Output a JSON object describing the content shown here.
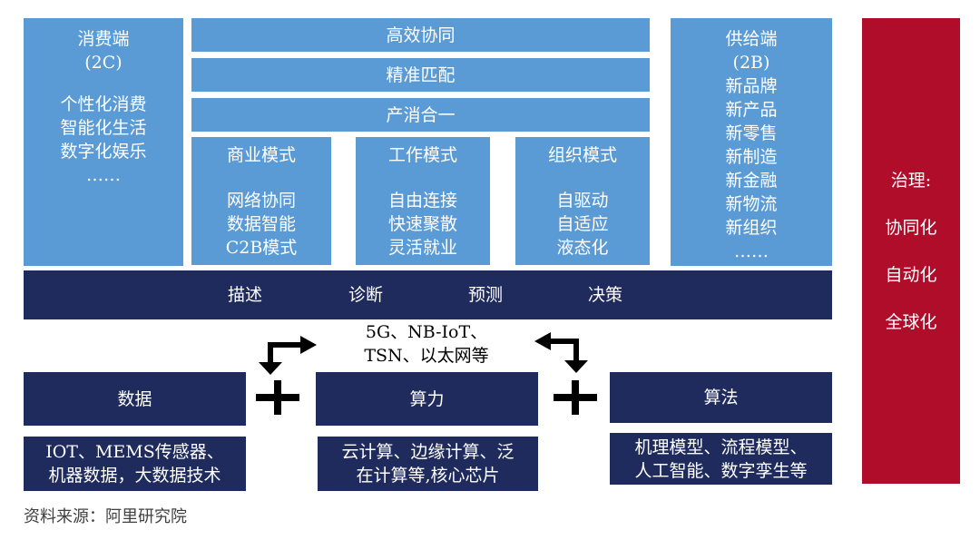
{
  "consumer": {
    "title": "消费端",
    "subtitle": "(2C)",
    "items": [
      "个性化消费",
      "智能化生活",
      "数字化娱乐",
      "……"
    ]
  },
  "center_bars": [
    "高效协同",
    "精准匹配",
    "产消合一"
  ],
  "modes": [
    {
      "title": "商业模式",
      "items": [
        "网络协同",
        "数据智能",
        "C2B模式"
      ]
    },
    {
      "title": "工作模式",
      "items": [
        "自由连接",
        "快速聚散",
        "灵活就业"
      ]
    },
    {
      "title": "组织模式",
      "items": [
        "自驱动",
        "自适应",
        "液态化"
      ]
    }
  ],
  "supply": {
    "title": "供给端",
    "subtitle": "(2B)",
    "items": [
      "新品牌",
      "新产品",
      "新零售",
      "新制造",
      "新金融",
      "新物流",
      "新组织",
      "……"
    ]
  },
  "governance": {
    "title": "治理:",
    "items": [
      "协同化",
      "自动化",
      "全球化"
    ]
  },
  "analytics": [
    "描述",
    "诊断",
    "预测",
    "决策"
  ],
  "network": [
    "5G、NB-IoT、",
    "TSN、以太网等"
  ],
  "bottom": [
    {
      "title": "数据",
      "detail": [
        "IOT、MEMS传感器、",
        "机器数据，大数据技术"
      ]
    },
    {
      "title": "算力",
      "detail": [
        "云计算、边缘计算、泛",
        "在计算等,核心芯片"
      ]
    },
    {
      "title": "算法",
      "detail": [
        "机理模型、流程模型、",
        "人工智能、数字孪生等"
      ]
    }
  ],
  "source": "资料来源：阿里研究院",
  "colors": {
    "light_blue": "#5b9bd5",
    "navy": "#1f2b5c",
    "red": "#b00d2b"
  }
}
